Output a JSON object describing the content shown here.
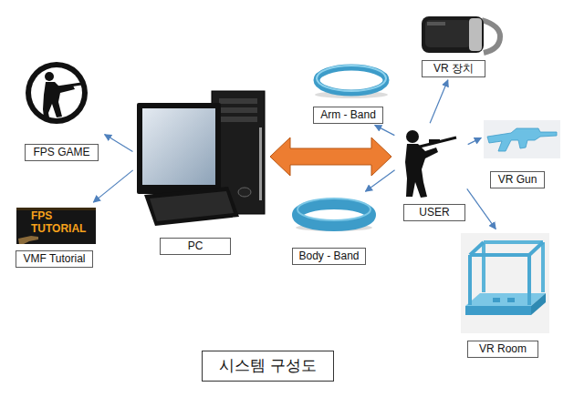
{
  "diagram": {
    "caption": "시스템 구성도",
    "nodes": [
      {
        "text": [
          "VR 장치"
        ]
      },
      {
        "text": [
          "FPS GAME"
        ]
      },
      {
        "text": [
          "Arm - Band"
        ]
      },
      {
        "text": [
          "PC"
        ]
      },
      {
        "text": [
          "USER"
        ]
      },
      {
        "text": [
          "VR Gun"
        ]
      },
      {
        "text": [
          "Body - Band"
        ]
      },
      {
        "text": [
          "VMF Tutorial"
        ]
      },
      {
        "text": [
          "VR Room"
        ]
      }
    ],
    "edges": [
      {
        "from": 3,
        "to": 1,
        "arrow": "to"
      },
      {
        "from": 3,
        "to": 7,
        "arrow": "to"
      },
      {
        "from": 3,
        "to": 4,
        "arrow": "both"
      },
      {
        "from": 4,
        "to": 0,
        "arrow": "to"
      },
      {
        "from": 4,
        "to": 2,
        "arrow": "to"
      },
      {
        "from": 4,
        "to": 5,
        "arrow": "to"
      },
      {
        "from": 4,
        "to": 6,
        "arrow": "to"
      },
      {
        "from": 4,
        "to": 8,
        "arrow": "to"
      }
    ],
    "labels": [
      "FPS TUTORIAL"
    ]
  }
}
